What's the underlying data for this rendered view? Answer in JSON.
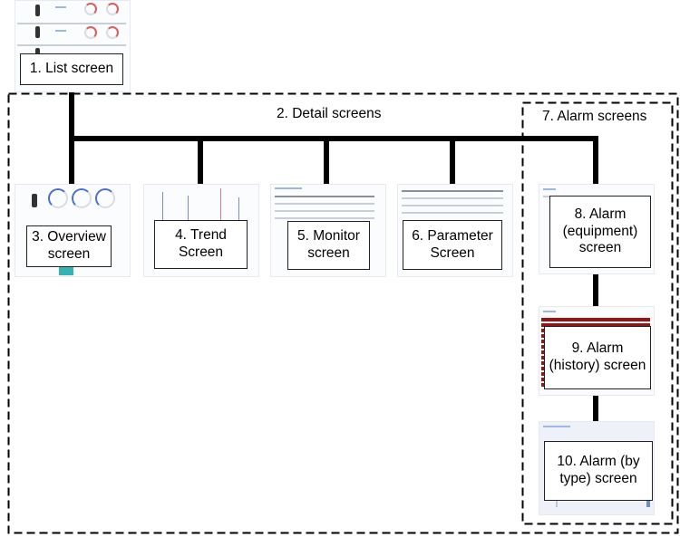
{
  "diagram": {
    "nodes": {
      "list": {
        "label": "1. List screen"
      },
      "overview": {
        "label": "3. Overview screen"
      },
      "trend": {
        "label": "4. Trend Screen"
      },
      "monitor": {
        "label": "5. Monitor screen"
      },
      "parameter": {
        "label": "6. Parameter Screen"
      },
      "alarm_equipment": {
        "label": "8. Alarm (equipment) screen"
      },
      "alarm_history": {
        "label": "9. Alarm (history) screen"
      },
      "alarm_type": {
        "label": "10. Alarm (by type) screen"
      }
    },
    "groups": {
      "detail": {
        "label": "2. Detail screens"
      },
      "alarm": {
        "label": "7. Alarm screens"
      }
    }
  }
}
